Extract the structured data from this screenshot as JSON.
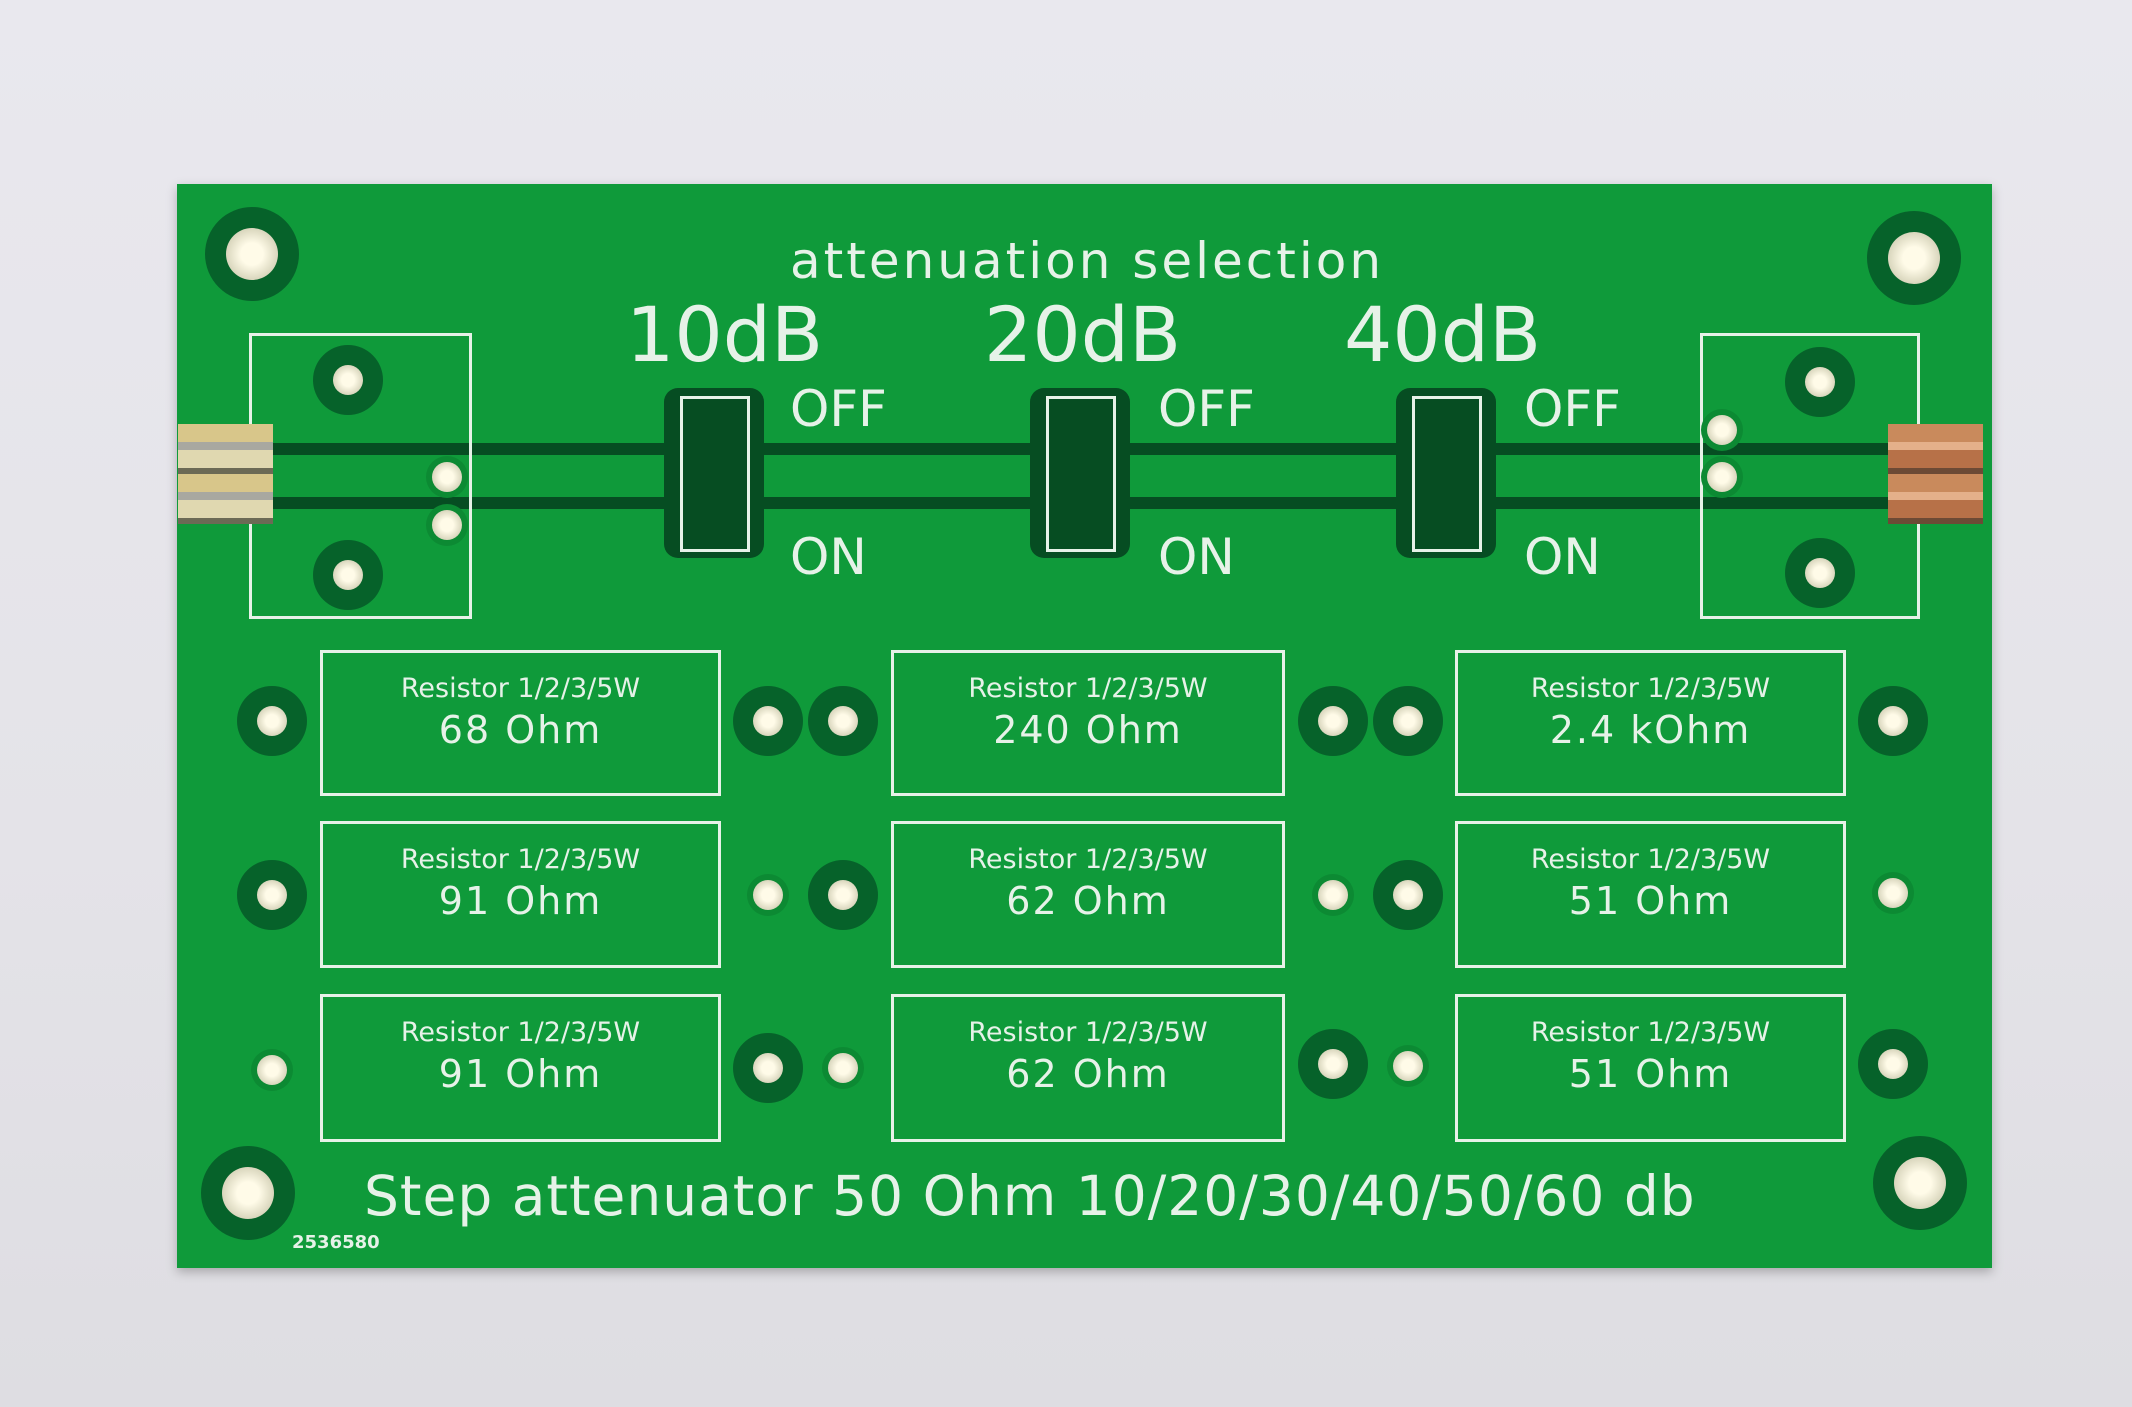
{
  "board": {
    "title": "attenuation selection",
    "switches": [
      {
        "label": "10dB",
        "off": "OFF",
        "on": "ON"
      },
      {
        "label": "20dB",
        "off": "OFF",
        "on": "ON"
      },
      {
        "label": "40dB",
        "off": "OFF",
        "on": "ON"
      }
    ],
    "resistors": [
      {
        "type": "Resistor 1/2/3/5W",
        "value": "68 Ohm"
      },
      {
        "type": "Resistor 1/2/3/5W",
        "value": "240 Ohm"
      },
      {
        "type": "Resistor 1/2/3/5W",
        "value": "2.4 kOhm"
      },
      {
        "type": "Resistor 1/2/3/5W",
        "value": "91 Ohm"
      },
      {
        "type": "Resistor 1/2/3/5W",
        "value": "62 Ohm"
      },
      {
        "type": "Resistor 1/2/3/5W",
        "value": "51 Ohm"
      },
      {
        "type": "Resistor 1/2/3/5W",
        "value": "91 Ohm"
      },
      {
        "type": "Resistor 1/2/3/5W",
        "value": "62 Ohm"
      },
      {
        "type": "Resistor 1/2/3/5W",
        "value": "51 Ohm"
      }
    ],
    "footer": "Step attenuator 50 Ohm 10/20/30/40/50/60 db",
    "serial": "2536580",
    "colors": {
      "pcb": "#0f9a3a",
      "silkscreen": "#e6f2e8",
      "background": "#e6e5ea"
    }
  }
}
